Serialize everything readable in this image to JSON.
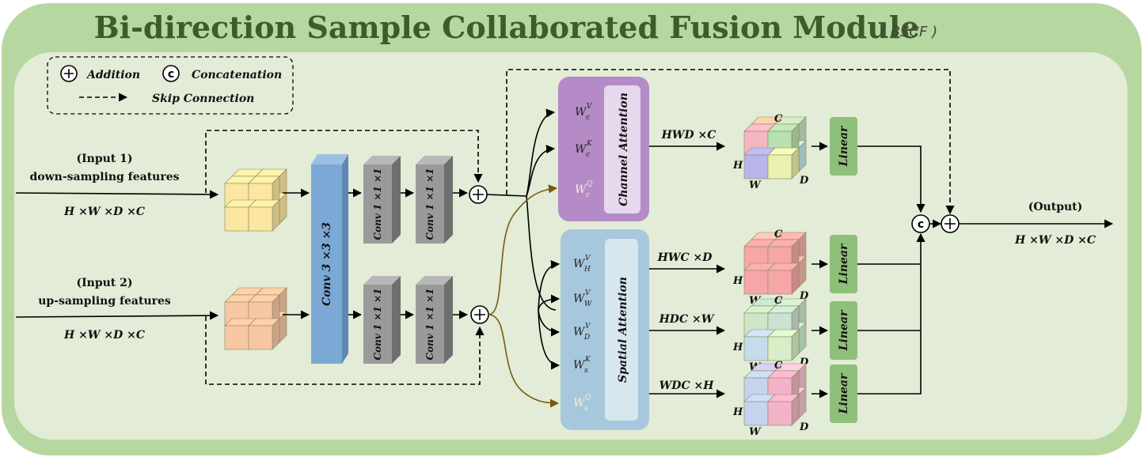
{
  "title": "Bi-direction Sample Collaborated Fusion Module",
  "title_abbr": "( BSCF )",
  "legend": {
    "addition": "Addition",
    "concatenation": "Concatenation",
    "skip": "Skip Connection",
    "concat_symbol": "c"
  },
  "input1": {
    "title": "(Input 1)",
    "name": "down-sampling features",
    "dims": "H ×W ×D ×C"
  },
  "input2": {
    "title": "(Input 2)",
    "name": "up-sampling features",
    "dims": "H ×W ×D ×C"
  },
  "conv3": "Conv 3 ×3 ×3",
  "conv1": "Conv 1 ×1 ×1",
  "channel_attention": {
    "label": "Channel Attention",
    "weights": [
      {
        "base": "W",
        "sub": "c",
        "sup": "V"
      },
      {
        "base": "W",
        "sub": "c",
        "sup": "K"
      },
      {
        "base": "W",
        "sub": "c",
        "sup": "Q"
      }
    ]
  },
  "spatial_attention": {
    "label": "Spatial Attention",
    "weights": [
      {
        "base": "W",
        "sub": "H",
        "sup": "V"
      },
      {
        "base": "W",
        "sub": "W",
        "sup": "V"
      },
      {
        "base": "W",
        "sub": "D",
        "sup": "V"
      },
      {
        "base": "W",
        "sub": "s",
        "sup": "K"
      },
      {
        "base": "W",
        "sub": "s",
        "sup": "Q"
      }
    ]
  },
  "branches": [
    {
      "dims": "HWD ×C",
      "axes": {
        "top": "C",
        "left": "H",
        "bottom": "W",
        "right": "D"
      },
      "linear": "Linear"
    },
    {
      "dims": "HWC ×D",
      "axes": {
        "top": "C",
        "left": "H",
        "bottom": "W",
        "right": "D"
      },
      "linear": "Linear"
    },
    {
      "dims": "HDC ×W",
      "axes": {
        "top": "C",
        "left": "H",
        "bottom": "W",
        "right": "D"
      },
      "linear": "Linear"
    },
    {
      "dims": "WDC ×H",
      "axes": {
        "top": "C",
        "left": "H",
        "bottom": "W",
        "right": "D"
      },
      "linear": "Linear"
    }
  ],
  "output": {
    "title": "(Output)",
    "dims": "H ×W ×D ×C"
  },
  "colors": {
    "outer_frame": "#b7d7a0",
    "inner_panel": "#e2ecd6",
    "title": "#3b5d27",
    "conv3": "#7ba8d4",
    "conv1": "#9a9a9a",
    "channel_box": "#b48bc7",
    "spatial_box": "#a7c8dc",
    "linear": "#8fc07a",
    "input1_cube": "#fbe6a2",
    "input2_cube": "#f7c7a3",
    "query_path": "#7a5a10"
  }
}
